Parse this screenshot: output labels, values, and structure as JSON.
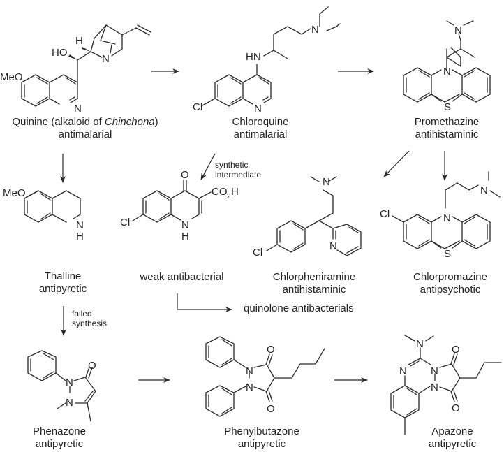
{
  "title": "Drug lineage from quinine and related compounds",
  "compounds": [
    {
      "id": "quinine",
      "name": "Quinine (alkaloid of ",
      "name_italic": "Chinchona",
      "name_tail": ")",
      "use": "antimalarial"
    },
    {
      "id": "chloroquine",
      "name": "Chloroquine",
      "use": "antimalarial"
    },
    {
      "id": "promethazine",
      "name": "Promethazine",
      "use": "antihistaminic"
    },
    {
      "id": "thalline",
      "name": "Thalline",
      "use": "antipyretic"
    },
    {
      "id": "quinolone-intermediate",
      "name": "",
      "use": "weak antibacterial"
    },
    {
      "id": "chlorpheniramine",
      "name": "Chlorpheniramine",
      "use": "antihistaminic"
    },
    {
      "id": "chlorpromazine",
      "name": "Chlorpromazine",
      "use": "antipsychotic"
    },
    {
      "id": "phenazone",
      "name": "Phenazone",
      "use": "antipyretic"
    },
    {
      "id": "phenylbutazone",
      "name": "Phenylbutazone",
      "use": "antipyretic"
    },
    {
      "id": "apazone",
      "name": "Apazone",
      "use": "antipyretic"
    }
  ],
  "annotations": {
    "synthetic_intermediate_1": "synthetic",
    "synthetic_intermediate_2": "intermediate",
    "failed_synthesis_1": "failed",
    "failed_synthesis_2": "synthesis",
    "quinolone_antibacterials": "quinolone antibacterials"
  },
  "atoms": {
    "MeO": "MeO",
    "HO": "HO",
    "H": "H",
    "N": "N",
    "HN": "HN",
    "Cl": "Cl",
    "S": "S",
    "O": "O",
    "CO2H_a": "CO",
    "CO2H_sub": "2",
    "CO2H_b": "H"
  }
}
